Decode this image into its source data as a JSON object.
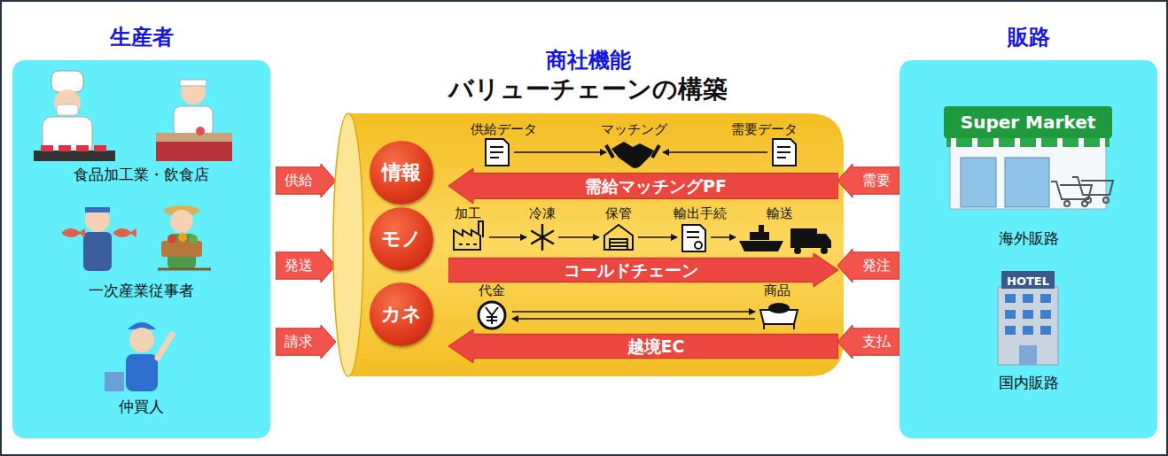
{
  "diagram": {
    "nodes": [
      {
        "text": [
          "生産者",
          "食品加工業・飲食店",
          "一次産業従事者",
          "仲買人"
        ]
      },
      {
        "text": [
          "供給"
        ]
      },
      {
        "text": [
          "発送"
        ]
      },
      {
        "text": [
          "請求"
        ]
      },
      {
        "text": [
          "商社機能",
          "バリューチェーンの構築"
        ]
      },
      {
        "text": [
          "情報"
        ],
        "in": 4
      },
      {
        "text": [
          "需給マッチングPF"
        ],
        "in": 4
      },
      {
        "text": [
          "モノ"
        ],
        "in": 4
      },
      {
        "text": [
          "コールドチェーン"
        ],
        "in": 4
      },
      {
        "text": [
          "カネ"
        ],
        "in": 4
      },
      {
        "text": [
          "越境EC"
        ],
        "in": 4
      },
      {
        "text": [
          "需要"
        ]
      },
      {
        "text": [
          "発注"
        ]
      },
      {
        "text": [
          "支払"
        ]
      },
      {
        "text": [
          "販路",
          "海外販路",
          "国内販路"
        ]
      }
    ],
    "labels": [
      "供給データ",
      "マッチング",
      "需要データ",
      "加工",
      "冷凍",
      "保管",
      "輸出手続",
      "輸送",
      "代金",
      "商品",
      "Super Market",
      "HOTEL"
    ]
  }
}
